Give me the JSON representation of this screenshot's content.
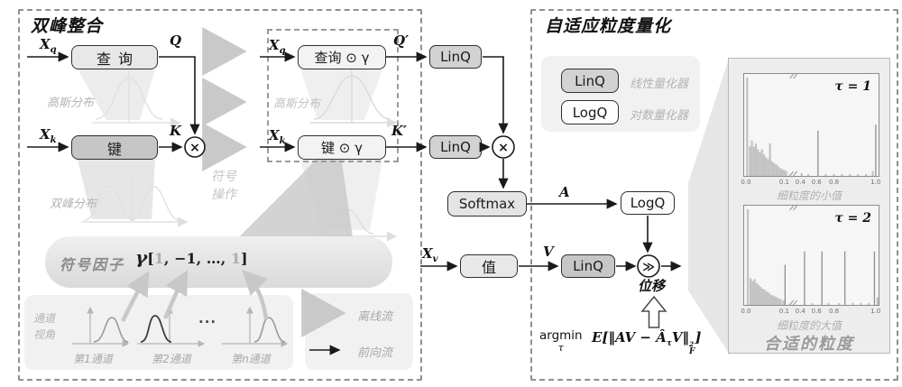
{
  "colors": {
    "box_border": "#2f2f2f",
    "dashed_border": "#8f8f8f",
    "light_fill": "#e8e8e8",
    "mid_fill": "#c6c6c6",
    "linq_fill": "#d2d2d2",
    "logq_fill": "#fbfbfb",
    "panel_fill": "#f1f1f1",
    "offline_arrow": "#c9c9c9",
    "forward_arrow": "#1a1a1a",
    "gray_text": "#b3b3b3",
    "hist_bar": "#c2c2c2",
    "hist_spike": "#8f8f8f"
  },
  "left_panel": {
    "title": "双峰整合",
    "x_q": {
      "base": "X",
      "sub": "q"
    },
    "x_k": {
      "base": "X",
      "sub": "k"
    },
    "query_box": "查询",
    "key_box": "键",
    "q_out": "Q",
    "k_out": "K",
    "gaussian_label_1": "高斯分布",
    "bimodal_label": "双峰分布",
    "sign_op": {
      "line1": "符号",
      "line2": "操作"
    },
    "inner_box": {
      "x_q": {
        "base": "X",
        "sub": "q"
      },
      "x_k": {
        "base": "X",
        "sub": "k"
      },
      "query_gamma_box": "查询 ⊙ γ",
      "key_gamma_box": "键 ⊙ γ",
      "gaussian_label": "高斯分布",
      "q_out": "Q′",
      "k_out": "K′"
    },
    "gaussian_label_2": "高斯分布",
    "sign_factor": {
      "label": "符号因子",
      "gamma": "γ",
      "open": "[",
      "v1": "1",
      "sep1": ", ",
      "v2": "−1",
      "sep2": ", ",
      "dots": "…",
      "sep3": ", ",
      "v3": "1",
      "close": "]"
    },
    "channel_panel": {
      "view_line1": "通道",
      "view_line2": "视角",
      "ch1": "第1通道",
      "ch2": "第2通道",
      "dots": "...",
      "chn": "第n通道"
    },
    "flow_legend": {
      "offline": "离线流",
      "forward": "前向流"
    }
  },
  "pipeline": {
    "linq_q": "LinQ",
    "linq_k": "LinQ",
    "softmax": "Softmax",
    "a_out": "A",
    "x_v": {
      "base": "X",
      "sub": "v"
    },
    "value_box": "值",
    "v_out": "V",
    "linq_v": "LinQ",
    "logq_a": "LogQ",
    "mult_op": "×",
    "shift_op": "≫",
    "shift_label": "位移"
  },
  "right_panel": {
    "title": "自适应粒度量化",
    "legend": {
      "linq": "LinQ",
      "linq_desc": "线性量化器",
      "logq": "LogQ",
      "logq_desc": "对数量化器"
    },
    "formula": {
      "argmin": "argmin",
      "tau": "τ",
      "body_open": "E[‖",
      "av": "AV",
      "minus": " − ",
      "ahat": "Â",
      "ahat_sub": "τ",
      "v": "V",
      "norm_close": "‖",
      "sup": "2",
      "sub": "F",
      "close": "]"
    },
    "hist_caption": "合适的粒度"
  },
  "chart_data": [
    {
      "type": "bar",
      "variant": "histogram",
      "title": "τ = 1",
      "xlabel": "细粒度的小值",
      "ylabel": "",
      "x_tick_labels": [
        "0.0",
        "0.1",
        "0.4",
        "0.6",
        "0.8",
        "1.0"
      ],
      "x_tick_frac": [
        0.02,
        0.305,
        0.425,
        0.545,
        0.675,
        0.985
      ],
      "axis_break_frac": 0.36,
      "axis_break_between": [
        "0.1",
        "0.4"
      ],
      "bars_frac": [
        [
          0.015,
          1.0
        ],
        [
          0.035,
          0.3
        ],
        [
          0.05,
          0.36
        ],
        [
          0.065,
          0.3
        ],
        [
          0.08,
          0.33
        ],
        [
          0.095,
          0.27
        ],
        [
          0.11,
          0.24
        ],
        [
          0.125,
          0.27
        ],
        [
          0.14,
          0.22
        ],
        [
          0.155,
          0.19
        ],
        [
          0.17,
          0.17
        ],
        [
          0.185,
          0.33
        ],
        [
          0.2,
          0.15
        ],
        [
          0.215,
          0.13
        ],
        [
          0.23,
          0.12
        ],
        [
          0.245,
          0.1
        ],
        [
          0.26,
          0.08
        ],
        [
          0.275,
          0.07
        ],
        [
          0.29,
          0.06
        ],
        [
          0.305,
          0.05
        ],
        [
          0.33,
          0.03
        ],
        [
          0.42,
          0.03
        ],
        [
          0.47,
          0.02
        ],
        [
          0.6,
          0.02
        ],
        [
          0.66,
          0.02
        ],
        [
          0.72,
          0.02
        ],
        [
          0.78,
          0.02
        ],
        [
          0.84,
          0.02
        ],
        [
          0.9,
          0.02
        ],
        [
          0.95,
          0.05
        ]
      ],
      "spikes_frac": [
        [
          0.545,
          0.46
        ],
        [
          0.975,
          0.52
        ]
      ],
      "note": "values near 0 dominate; bar at 0 clipped by frame top; isolated spikes near 0.5 and 1.0"
    },
    {
      "type": "bar",
      "variant": "histogram",
      "title": "τ = 2",
      "xlabel": "细粒度的大值",
      "ylabel": "",
      "x_tick_labels": [
        "0.0",
        "0.1",
        "0.4",
        "0.6",
        "0.8",
        "1.0"
      ],
      "x_tick_frac": [
        0.02,
        0.305,
        0.425,
        0.545,
        0.675,
        0.985
      ],
      "axis_break_frac": 0.36,
      "axis_break_between": [
        "0.1",
        "0.4"
      ],
      "bars_frac": [
        [
          0.02,
          1.0
        ],
        [
          0.04,
          0.28
        ],
        [
          0.055,
          0.25
        ],
        [
          0.07,
          0.27
        ],
        [
          0.085,
          0.23
        ],
        [
          0.1,
          0.21
        ],
        [
          0.115,
          0.19
        ],
        [
          0.13,
          0.17
        ],
        [
          0.145,
          0.16
        ],
        [
          0.16,
          0.14
        ],
        [
          0.175,
          0.13
        ],
        [
          0.19,
          0.11
        ],
        [
          0.205,
          0.1
        ],
        [
          0.22,
          0.09
        ],
        [
          0.235,
          0.08
        ],
        [
          0.25,
          0.07
        ],
        [
          0.265,
          0.06
        ],
        [
          0.285,
          0.05
        ],
        [
          0.33,
          0.02
        ],
        [
          0.38,
          0.02
        ],
        [
          0.5,
          0.02
        ],
        [
          0.62,
          0.02
        ],
        [
          0.7,
          0.02
        ],
        [
          0.8,
          0.02
        ],
        [
          0.86,
          0.02
        ],
        [
          0.92,
          0.02
        ],
        [
          0.985,
          0.08
        ]
      ],
      "spikes_frac": [
        [
          0.3,
          0.42
        ],
        [
          0.445,
          0.56
        ],
        [
          0.575,
          0.56
        ],
        [
          0.745,
          0.56
        ],
        [
          0.965,
          0.56
        ]
      ],
      "note": "values near 0 dominate; evenly spread spikes near 0.1, 0.35, 0.5, 0.7, 1.0"
    }
  ]
}
